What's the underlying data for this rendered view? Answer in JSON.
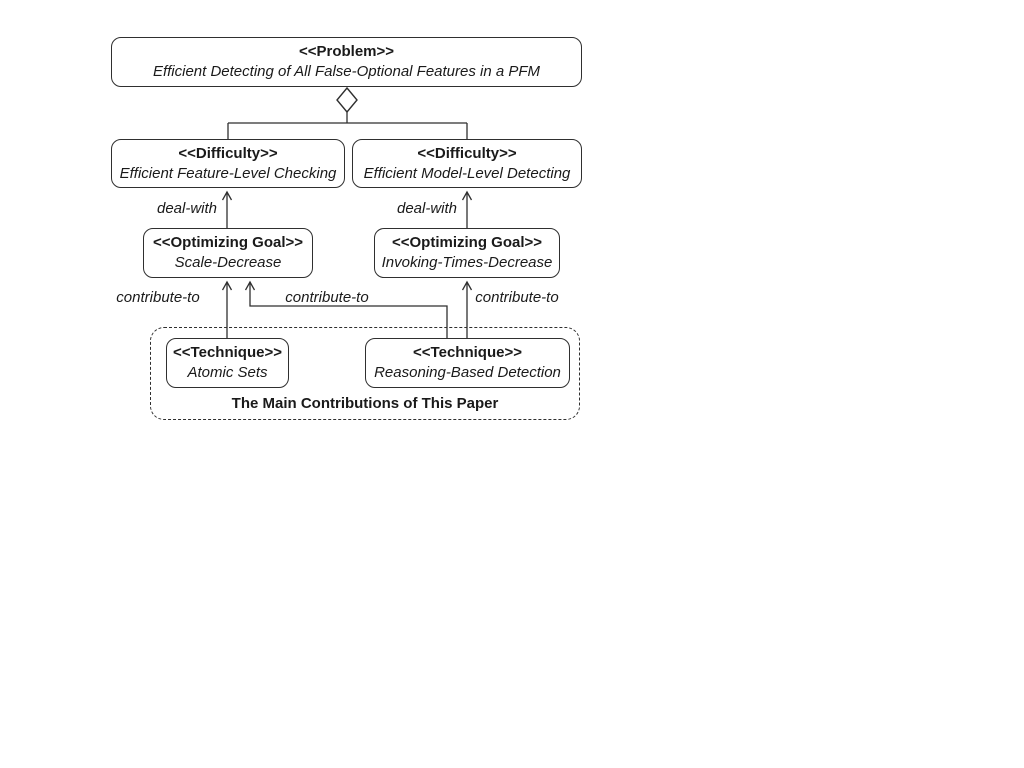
{
  "diagram": {
    "problem": {
      "stereotype": "<<Problem>>",
      "name": "Efficient Detecting of All False-Optional Features in a PFM"
    },
    "difficulties": [
      {
        "stereotype": "<<Difficulty>>",
        "name": "Efficient Feature-Level Checking"
      },
      {
        "stereotype": "<<Difficulty>>",
        "name": "Efficient Model-Level Detecting"
      }
    ],
    "goals": [
      {
        "stereotype": "<<Optimizing Goal>>",
        "name": "Scale-Decrease"
      },
      {
        "stereotype": "<<Optimizing Goal>>",
        "name": "Invoking-Times-Decrease"
      }
    ],
    "techniques": [
      {
        "stereotype": "<<Technique>>",
        "name": "Atomic Sets"
      },
      {
        "stereotype": "<<Technique>>",
        "name": "Reasoning-Based Detection"
      }
    ],
    "edge_labels": {
      "deal_with_left": "deal-with",
      "deal_with_right": "deal-with",
      "contribute_left": "contribute-to",
      "contribute_middle": "contribute-to",
      "contribute_right": "contribute-to"
    },
    "container_caption": "The Main Contributions of This Paper",
    "colors": {
      "line": "#2f2f2f",
      "text": "#1a1a1a",
      "background": "#ffffff"
    }
  }
}
